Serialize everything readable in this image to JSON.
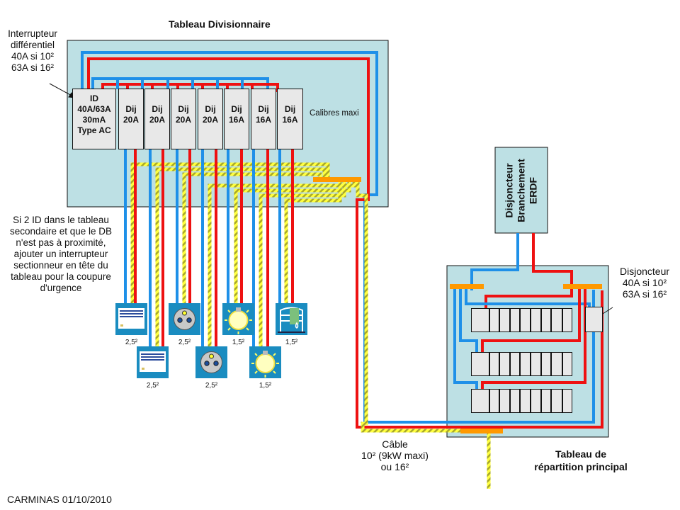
{
  "titles": {
    "secondary_panel": "Tableau Divisionnaire",
    "main_panel_line1": "Tableau de",
    "main_panel_line2": "répartition principal"
  },
  "annotations": {
    "id_note": [
      "Interrupteur",
      "différentiel",
      "40A si 10²",
      "63A si 16²"
    ],
    "disj_note": [
      "Disjoncteur",
      "40A si 10²",
      "63A si 16²"
    ],
    "emergency_note": [
      "Si 2 ID dans le tableau",
      "secondaire et que le DB",
      "n'est pas à proximité,",
      "ajouter un interrupteur",
      "sectionneur en tête du",
      "tableau pour la coupure",
      "d'urgence"
    ],
    "cable_note": [
      "Câble",
      "10² (9kW maxi)",
      "ou 16²"
    ],
    "calibres": "Calibres maxi",
    "credit": "CARMINAS 01/10/2010"
  },
  "erdf_breaker": [
    "Disjoncteur",
    "Branchement",
    "ERDF"
  ],
  "secondary_breakers": [
    {
      "lines": [
        "ID",
        "40A/63A",
        "30mA",
        "Type AC"
      ]
    },
    {
      "lines": [
        "Dij",
        "20A"
      ]
    },
    {
      "lines": [
        "Dij",
        "20A"
      ]
    },
    {
      "lines": [
        "Dij",
        "20A"
      ]
    },
    {
      "lines": [
        "Dij",
        "20A"
      ]
    },
    {
      "lines": [
        "Dij",
        "16A"
      ]
    },
    {
      "lines": [
        "Dij",
        "16A"
      ]
    },
    {
      "lines": [
        "Dij",
        "16A"
      ]
    }
  ],
  "outlets": [
    {
      "type": "radiator-icon",
      "section": "2,5²"
    },
    {
      "type": "radiator-icon",
      "section": "2,5²"
    },
    {
      "type": "socket-icon",
      "section": "2,5²"
    },
    {
      "type": "socket-icon",
      "section": "2,5²"
    },
    {
      "type": "lightbulb-icon",
      "section": "1,5²"
    },
    {
      "type": "lightbulb-icon",
      "section": "1,5²"
    },
    {
      "type": "water-heater-icon",
      "section": "1,5²"
    }
  ],
  "colors": {
    "neutral": "#1e90e8",
    "phase": "#ee1111",
    "earth_stripe_a": "#ffff40",
    "earth_stripe_b": "#a0a020",
    "panel_bg": "#bde0e4",
    "bus_bar": "#ff9900",
    "outlet_bg": "#1a8cc0"
  }
}
